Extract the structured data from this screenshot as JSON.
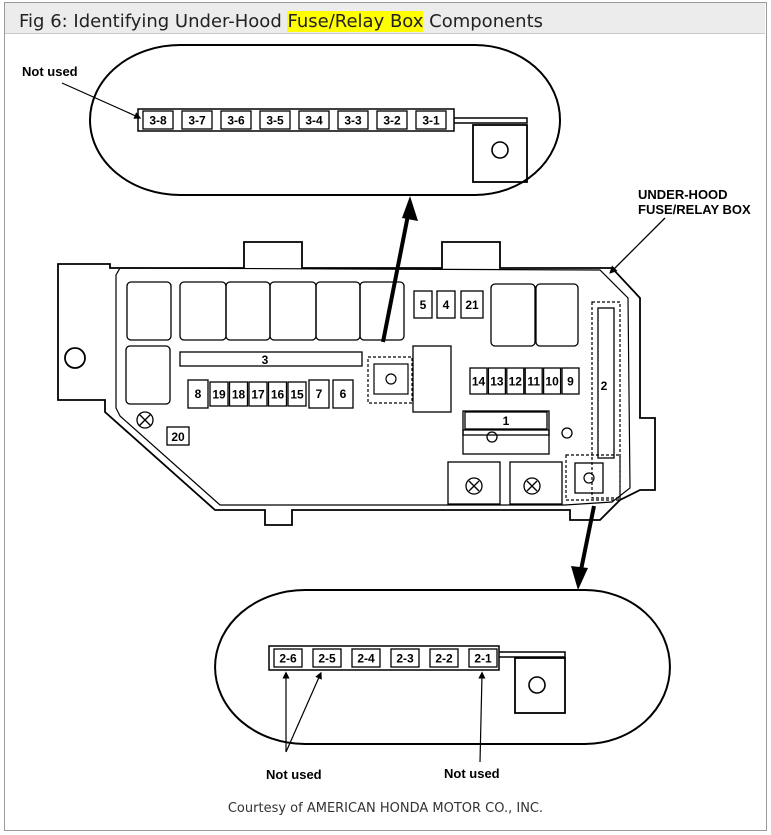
{
  "title": {
    "prefix": "Fig 6: Identifying Under-Hood ",
    "highlight": "Fuse/Relay Box",
    "suffix": " Components"
  },
  "top_panel": {
    "note": "Not used",
    "fuses": [
      "3-8",
      "3-7",
      "3-6",
      "3-5",
      "3-4",
      "3-3",
      "3-2",
      "3-1"
    ]
  },
  "box_label": [
    "UNDER-HOOD",
    "FUSE/RELAY BOX"
  ],
  "main_box": {
    "fuse_3": "3",
    "fuse_5": "5",
    "fuse_4": "4",
    "fuse_21": "21",
    "fuse_8": "8",
    "row_left": [
      "19",
      "18",
      "17",
      "16",
      "15"
    ],
    "fuse_7": "7",
    "fuse_6": "6",
    "row_right": [
      "14",
      "13",
      "12",
      "11",
      "10",
      "9"
    ],
    "fuse_2": "2",
    "fuse_1": "1",
    "fuse_20": "20"
  },
  "bottom_panel": {
    "fuses": [
      "2-6",
      "2-5",
      "2-4",
      "2-3",
      "2-2",
      "2-1"
    ],
    "note_left": "Not used",
    "note_right": "Not used"
  },
  "courtesy": "Courtesy of AMERICAN HONDA MOTOR CO., INC."
}
